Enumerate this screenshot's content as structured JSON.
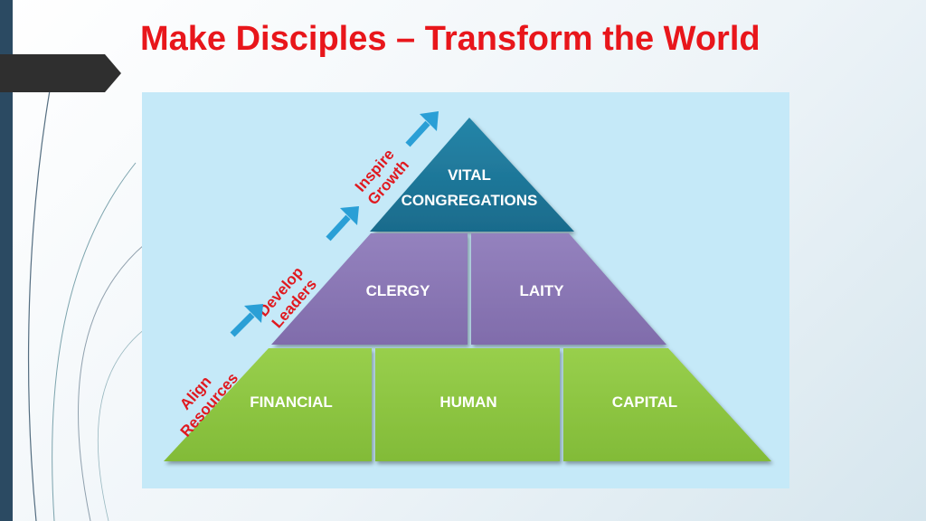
{
  "slide": {
    "title": "Make Disciples – Transform the World"
  },
  "pyramid": {
    "top": {
      "line1": "VITAL",
      "line2": "CONGREGATIONS"
    },
    "middle": [
      "CLERGY",
      "LAITY"
    ],
    "bottom": [
      "FINANCIAL",
      "HUMAN",
      "CAPITAL"
    ]
  },
  "steps": [
    {
      "line1": "Align",
      "line2": "Resources"
    },
    {
      "line1": "Develop",
      "line2": "Leaders"
    },
    {
      "line1": "Inspire",
      "line2": "Growth"
    }
  ],
  "colors": {
    "title": "#e8161b",
    "top_tier": "#1f7c9e",
    "middle_tier": "#8c78b6",
    "bottom_tier": "#8dc63f",
    "arrow": "#2a9fd6",
    "step_text": "#e0191f",
    "background_panel": "#c5e9f8"
  }
}
